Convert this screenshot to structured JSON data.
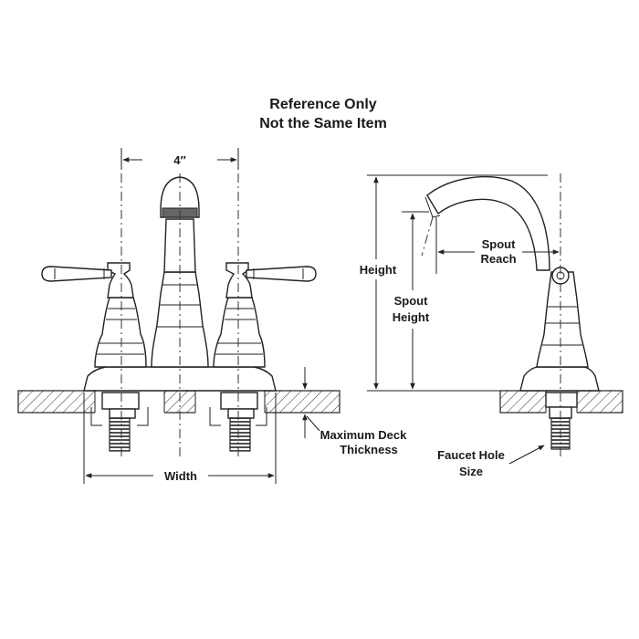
{
  "header": {
    "line1": "Reference Only",
    "line2": "Not the Same Item"
  },
  "labels": {
    "spread": "4″",
    "width": "Width",
    "max_deck_1": "Maximum Deck",
    "max_deck_2": "Thickness",
    "height": "Height",
    "spout_height_1": "Spout",
    "spout_height_2": "Height",
    "spout_reach_1": "Spout",
    "spout_reach_2": "Reach",
    "hole_1": "Faucet Hole",
    "hole_2": "Size"
  }
}
